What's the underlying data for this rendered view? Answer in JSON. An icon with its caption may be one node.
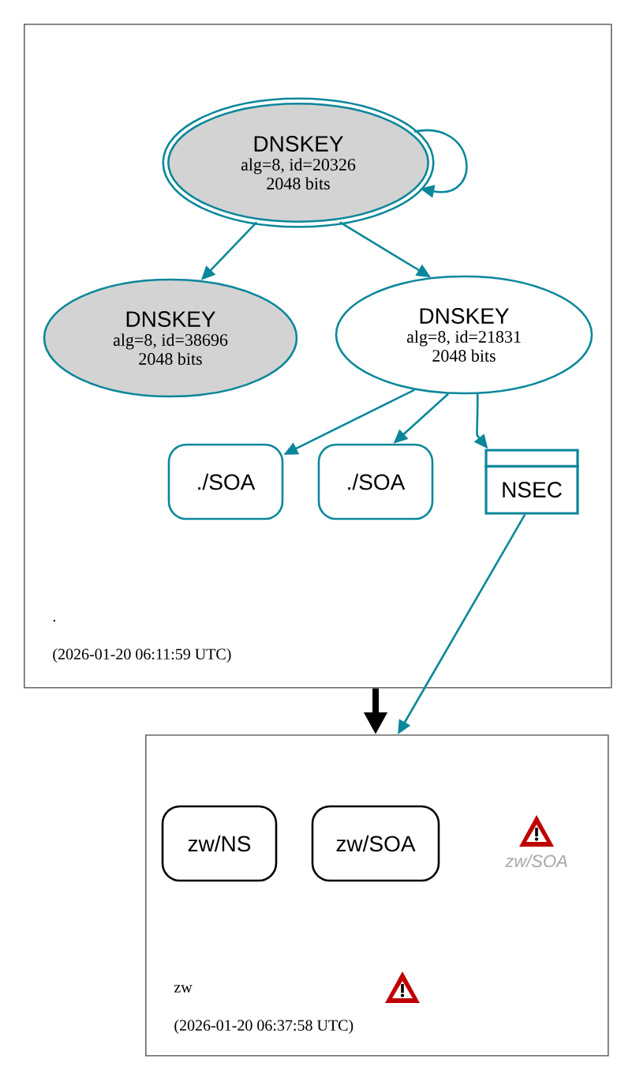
{
  "diagram": {
    "nodes": [
      {
        "text": [
          ".",
          "(2026-01-20 06:11:59 UTC)"
        ]
      },
      {
        "text": [
          "DNSKEY",
          "alg=8, id=20326",
          "2048 bits"
        ],
        "in": 0
      },
      {
        "text": [
          "DNSKEY",
          "alg=8, id=38696",
          "2048 bits"
        ],
        "in": 0
      },
      {
        "text": [
          "DNSKEY",
          "alg=8, id=21831",
          "2048 bits"
        ],
        "in": 0
      },
      {
        "text": [
          "./SOA"
        ],
        "in": 0
      },
      {
        "text": [
          "./SOA"
        ],
        "in": 0
      },
      {
        "text": [
          "NSEC"
        ],
        "in": 0
      },
      {
        "text": [
          "zw",
          "(2026-01-20 06:37:58 UTC)"
        ]
      },
      {
        "text": [
          "zw/NS"
        ],
        "in": 7
      },
      {
        "text": [
          "zw/SOA"
        ],
        "in": 7
      }
    ],
    "edges": [
      {
        "from": 1,
        "to": 1,
        "arrow": "to"
      },
      {
        "from": 1,
        "to": 2,
        "arrow": "to"
      },
      {
        "from": 1,
        "to": 3,
        "arrow": "to"
      },
      {
        "from": 3,
        "to": 4,
        "arrow": "to"
      },
      {
        "from": 3,
        "to": 5,
        "arrow": "to"
      },
      {
        "from": 3,
        "to": 6,
        "arrow": "to"
      },
      {
        "from": 6,
        "to": 7,
        "arrow": "to"
      },
      {
        "from": 0,
        "to": 7,
        "arrow": "to",
        "style": "thick",
        "color": "#000000"
      }
    ],
    "labels": [
      "zw/SOA"
    ]
  }
}
